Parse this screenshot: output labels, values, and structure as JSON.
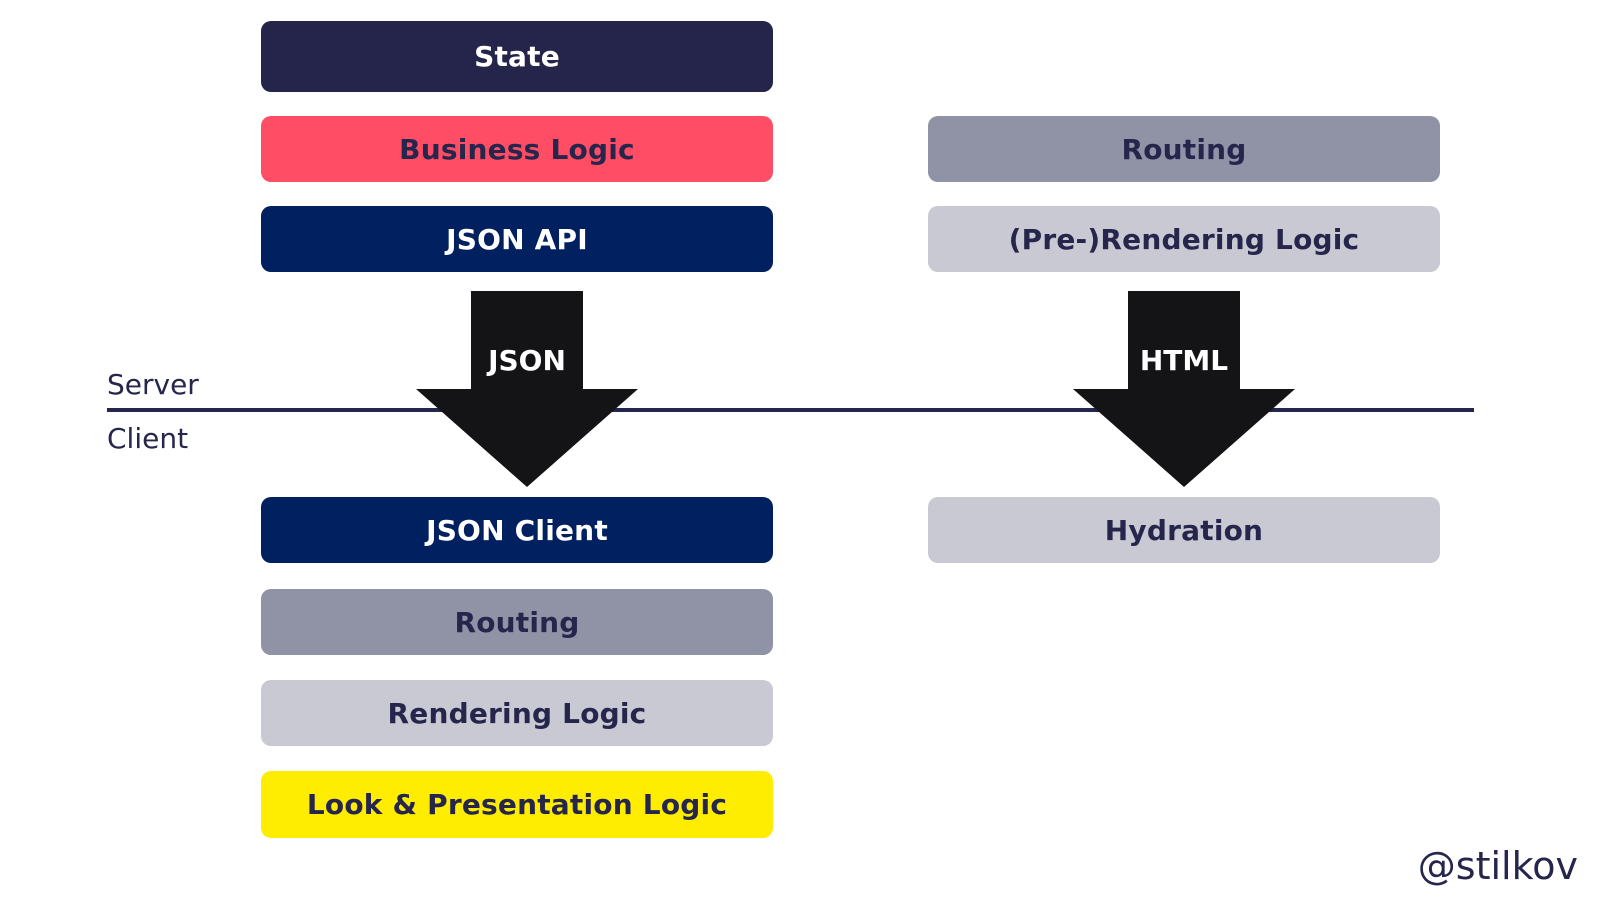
{
  "server_side": {
    "state": "State",
    "business_logic": "Business Logic",
    "json_api": "JSON API",
    "routing": "Routing",
    "prerendering_logic": "(Pre-)Rendering Logic"
  },
  "client_side": {
    "json_client": "JSON Client",
    "routing": "Routing",
    "rendering_logic": "Rendering Logic",
    "look_presentation_logic": "Look & Presentation Logic",
    "hydration": "Hydration"
  },
  "arrows": {
    "json": "JSON",
    "html": "HTML"
  },
  "tiers": {
    "server": "Server",
    "client": "Client"
  },
  "handle": "@stilkov",
  "colors": {
    "state": "#25244a",
    "business_logic": "#ff4d65",
    "json_navy": "#002060",
    "routing_gray": "#9092a5",
    "rendering_light": "#c8c9d3",
    "look_yellow": "#ffed00",
    "text_dark": "#26264c",
    "arrow_black": "#141416"
  }
}
